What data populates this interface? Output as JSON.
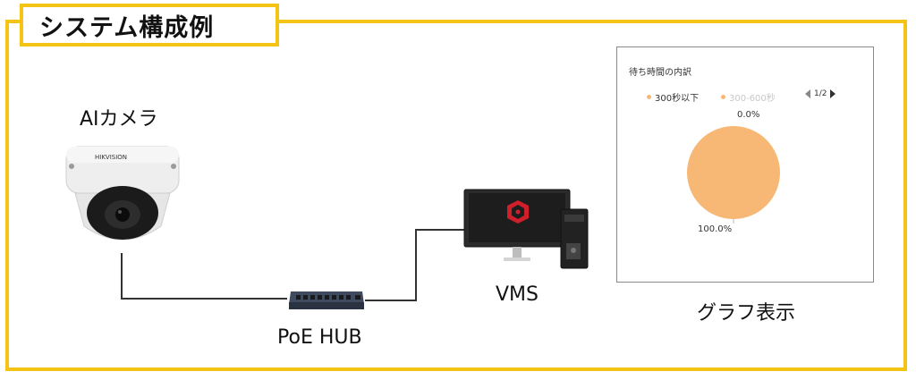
{
  "title": "システム構成例",
  "nodes": {
    "camera": "AIカメラ",
    "camera_brand": "HIKVISION",
    "hub": "PoE HUB",
    "vms": "VMS",
    "graph": "グラフ表示"
  },
  "chart_panel": {
    "title": "待ち時間の内訳",
    "pager": "1/2"
  },
  "colors": {
    "frame": "#f3c316",
    "slice": "#f7b876",
    "legend_inactive": "#c8c8c8"
  },
  "chart_data": {
    "type": "pie",
    "title": "待ち時間の内訳",
    "categories": [
      "300秒以下",
      "300-600秒"
    ],
    "values": [
      100.0,
      0.0
    ],
    "data_labels": [
      "100.0%",
      "0.0%"
    ],
    "legend": "top"
  }
}
